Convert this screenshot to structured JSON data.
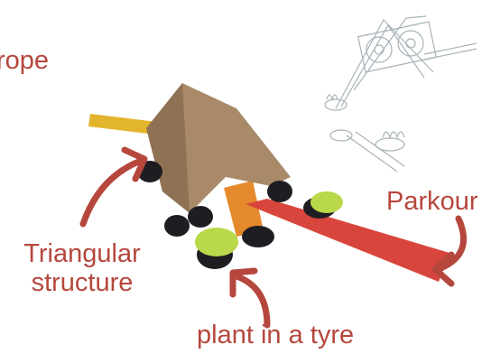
{
  "labels": {
    "rope": "rope",
    "triangular_line1": "Triangular",
    "triangular_line2": "structure",
    "parkour": "Parkour",
    "plant": "plant in a tyre"
  },
  "colors": {
    "annotation": "#b5473c",
    "cardboard": "#a88a68",
    "red_stick": "#d8453c",
    "orange_stick": "#e58a2c",
    "yellow_stick": "#e3b52c",
    "tyre": "#1e1e22",
    "plant": "#b9d84a"
  }
}
